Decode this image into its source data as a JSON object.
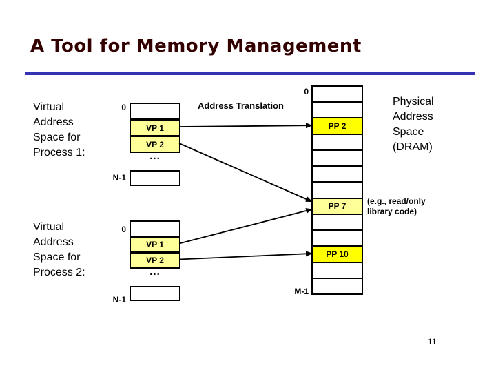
{
  "slide": {
    "title": "A Tool for Memory Management",
    "page_number": "11"
  },
  "labels": {
    "address_translation": "Address Translation",
    "annotation_lines": [
      "(e.g., read/only",
      "library code)"
    ],
    "ellipsis": "..."
  },
  "process1": {
    "name_lines": [
      "Virtual",
      "Address",
      "Space for",
      "Process 1:"
    ],
    "top_index": "0",
    "bottom_index": "N-1",
    "pages": [
      {
        "id": "p1-vp0",
        "label": "",
        "fill": "white"
      },
      {
        "id": "p1-vp1",
        "label": "VP 1",
        "fill": "pale"
      },
      {
        "id": "p1-vp2",
        "label": "VP 2",
        "fill": "pale"
      }
    ]
  },
  "process2": {
    "name_lines": [
      "Virtual",
      "Address",
      "Space for",
      "Process 2:"
    ],
    "top_index": "0",
    "bottom_index": "N-1",
    "pages": [
      {
        "id": "p2-vp0",
        "label": "",
        "fill": "white"
      },
      {
        "id": "p2-vp1",
        "label": "VP 1",
        "fill": "pale"
      },
      {
        "id": "p2-vp2",
        "label": "VP 2",
        "fill": "pale"
      }
    ]
  },
  "physical": {
    "name_lines": [
      "Physical",
      "Address",
      "Space",
      "(DRAM)"
    ],
    "top_index": "0",
    "bottom_index": "M-1",
    "cells": [
      {
        "fill": "white"
      },
      {
        "fill": "white"
      },
      {
        "id": "pp2",
        "label": "PP 2",
        "fill": "bright"
      },
      {
        "fill": "white"
      },
      {
        "fill": "white"
      },
      {
        "fill": "white"
      },
      {
        "fill": "white"
      },
      {
        "id": "pp7",
        "label": "PP 7",
        "fill": "pale"
      },
      {
        "fill": "white"
      },
      {
        "fill": "white"
      },
      {
        "id": "pp10",
        "label": "PP 10",
        "fill": "bright"
      },
      {
        "fill": "white"
      },
      {
        "fill": "white"
      }
    ]
  },
  "mappings": [
    {
      "from": "p1-vp1",
      "to": "pp2"
    },
    {
      "from": "p1-vp2",
      "to": "pp7"
    },
    {
      "from": "p2-vp1",
      "to": "pp7"
    },
    {
      "from": "p2-vp2",
      "to": "pp10"
    }
  ],
  "colors": {
    "title_text": "#330000",
    "rule": "#3333b3",
    "pale_yellow": "#ffff99",
    "bright_yellow": "#ffff00"
  }
}
